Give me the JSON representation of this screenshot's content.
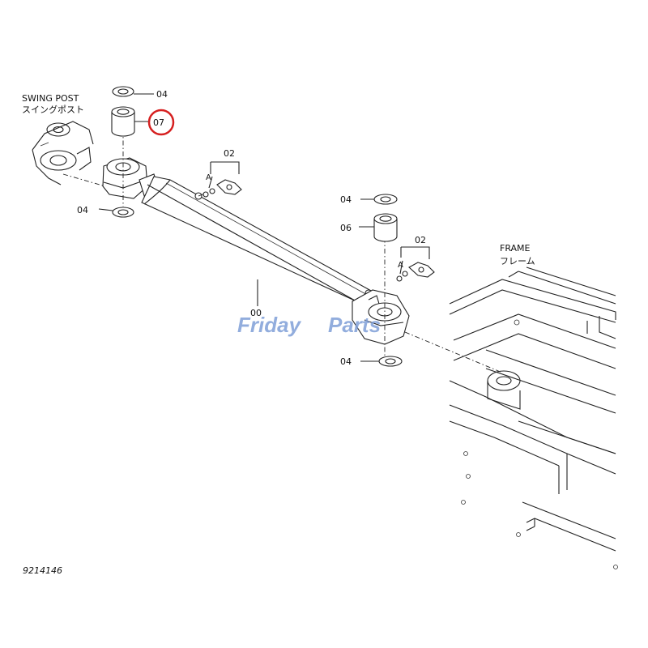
{
  "labels": {
    "swing_post_en": "SWING POST",
    "swing_post_jp": "スイングポスト",
    "frame_en": "FRAME",
    "frame_jp": "フレーム",
    "part_04_top": "04",
    "part_07": "07",
    "part_04_left": "04",
    "part_02_left": "02",
    "part_a_left": "A",
    "part_04_right_top": "04",
    "part_06": "06",
    "part_02_right": "02",
    "part_a_right": "A",
    "part_00": "00",
    "part_04_bottom": "04"
  },
  "watermark": {
    "text_1": "Friday",
    "text_2": "Parts"
  },
  "doc_number": "9214146",
  "colors": {
    "highlight_circle": "#d62020",
    "watermark_blue": "#7f9fd8",
    "line": "#222222"
  }
}
